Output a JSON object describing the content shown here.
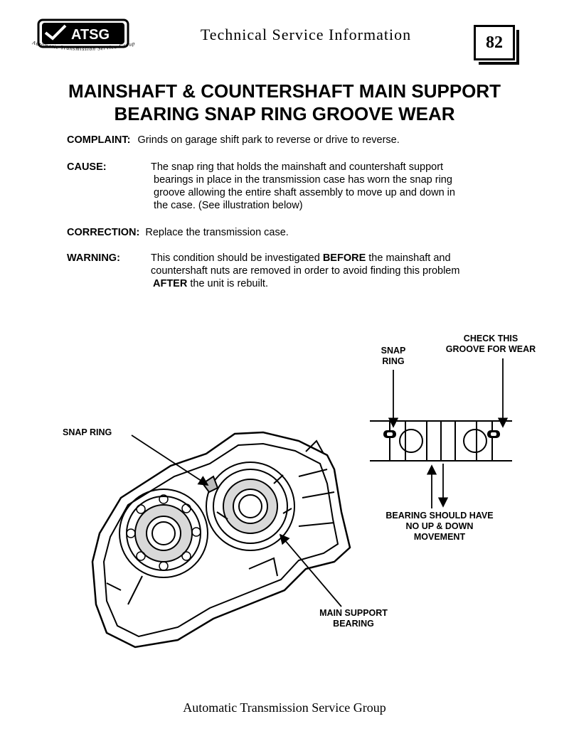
{
  "header": {
    "logo_text": "ATSG",
    "logo_subtext": "Automatic Transmission Service Group",
    "title": "Technical Service Information",
    "page_number": "82"
  },
  "document": {
    "title_line1": "MAINSHAFT & COUNTERSHAFT MAIN SUPPORT",
    "title_line2": "BEARING SNAP RING GROOVE WEAR",
    "complaint_label": "COMPLAINT:",
    "complaint_text": "Grinds on garage shift park to reverse or drive to reverse.",
    "cause_label": "CAUSE:",
    "cause_lines": [
      "The snap ring that holds the mainshaft and countershaft support",
      "bearings in place in the transmission case  has worn the snap ring",
      "groove allowing the entire shaft assembly to move up and down in",
      "the case. (See illustration below)"
    ],
    "correction_label": "CORRECTION:",
    "correction_text": "Replace the transmission case.",
    "warning_label": "WARNING:",
    "warning_line1_pre": "This condition should be investigated ",
    "warning_line1_bold": "BEFORE",
    "warning_line1_post": " the mainshaft and",
    "warning_line2": "countershaft nuts are removed in order to avoid finding this problem",
    "warning_line3_bold": "AFTER",
    "warning_line3_post": " the unit is rebuilt."
  },
  "illustration": {
    "callout_snap_ring_top": [
      "SNAP",
      "RING"
    ],
    "callout_check_groove": [
      "CHECK THIS",
      "GROOVE FOR WEAR"
    ],
    "callout_snap_ring_left": "SNAP RING",
    "callout_bearing_movement": [
      "BEARING SHOULD HAVE",
      "NO UP & DOWN",
      "MOVEMENT"
    ],
    "callout_main_support": [
      "MAIN SUPPORT",
      "BEARING"
    ]
  },
  "footer": {
    "text": "Automatic Transmission Service Group"
  }
}
